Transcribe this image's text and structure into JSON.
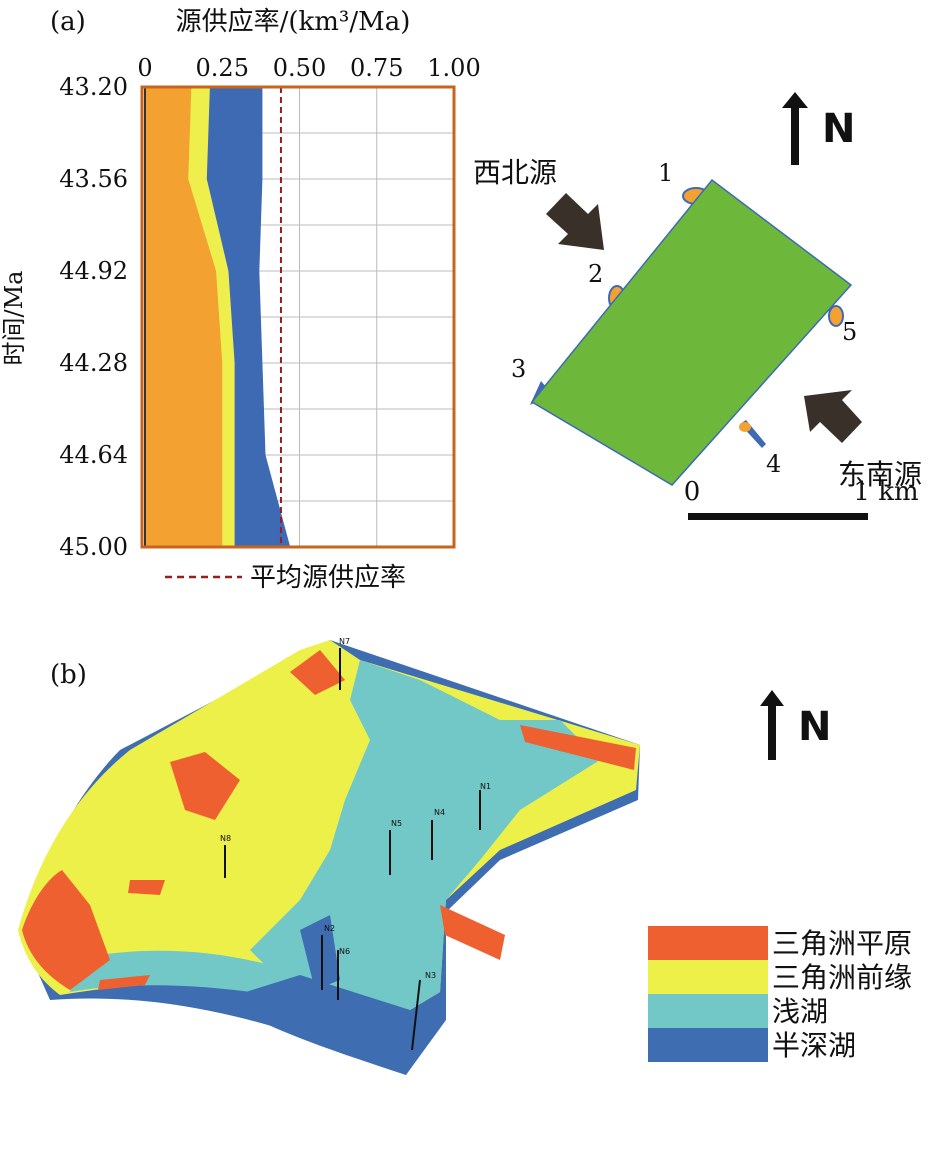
{
  "panel_a": {
    "label": "(a)",
    "x_axis_title": "源供应率/(km³/Ma)",
    "x_ticks": [
      "0",
      "0.25",
      "0.50",
      "0.75",
      "1.00"
    ],
    "y_axis_title": "时间/Ma",
    "y_ticks": [
      "43.20",
      "43.56",
      "44.92",
      "44.28",
      "44.64",
      "45.00"
    ],
    "avg_legend": "平均源供应率"
  },
  "chart_data": {
    "type": "area",
    "x": [
      43.2,
      43.56,
      43.92,
      44.28,
      44.64,
      45.0
    ],
    "xlim": [
      0,
      1.0
    ],
    "series": [
      {
        "key": "orange",
        "values": [
          0.15,
          0.14,
          0.23,
          0.25,
          0.25,
          0.25
        ]
      },
      {
        "key": "yellow",
        "values": [
          0.21,
          0.2,
          0.27,
          0.29,
          0.29,
          0.29
        ]
      },
      {
        "key": "blue",
        "values": [
          0.38,
          0.38,
          0.37,
          0.38,
          0.39,
          0.47
        ]
      }
    ],
    "average_rate": 0.44,
    "colors": {
      "orange": "#f3a232",
      "yellow": "#eeef4d",
      "blue": "#3e6ab3",
      "avg": "#9b1c1c",
      "frame": "#c8641e"
    }
  },
  "map": {
    "north": "N",
    "nw_source": "西北源",
    "se_source": "东南源",
    "points": [
      "1",
      "2",
      "3",
      "4",
      "5"
    ],
    "green": "#6db83b"
  },
  "panel_b": {
    "label": "(b)",
    "north": "N",
    "scale_start": "0",
    "scale_end": "1 km",
    "wells": [
      "N7",
      "N1",
      "N4",
      "N5",
      "N8",
      "N2",
      "N6",
      "N3"
    ],
    "legend": [
      {
        "label": "三角洲平原",
        "color": "#ee6030"
      },
      {
        "label": "三角洲前缘",
        "color": "#eef04a"
      },
      {
        "label": "浅湖",
        "color": "#72c8c7"
      },
      {
        "label": "半深湖",
        "color": "#3f6db2"
      }
    ]
  }
}
